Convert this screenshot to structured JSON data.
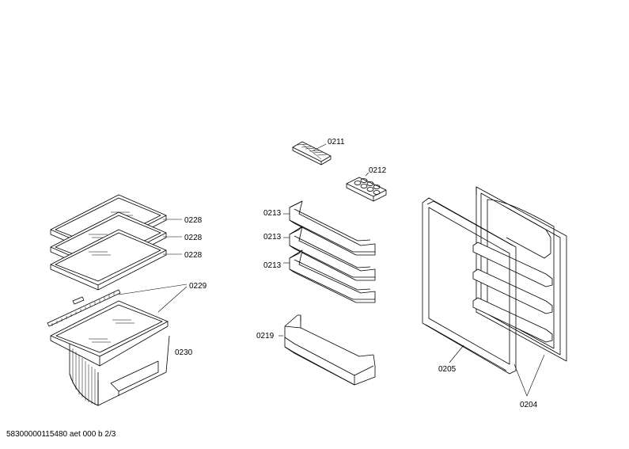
{
  "labels": {
    "l0228a": "0228",
    "l0228b": "0228",
    "l0228c": "0228",
    "l0229": "0229",
    "l0230": "0230",
    "l0211": "0211",
    "l0212": "0212",
    "l0213a": "0213",
    "l0213b": "0213",
    "l0213c": "0213",
    "l0219": "0219",
    "l0205": "0205",
    "l0204": "0204"
  },
  "footer": {
    "document_id": "58300000115480 aet 000 b 2/3"
  }
}
